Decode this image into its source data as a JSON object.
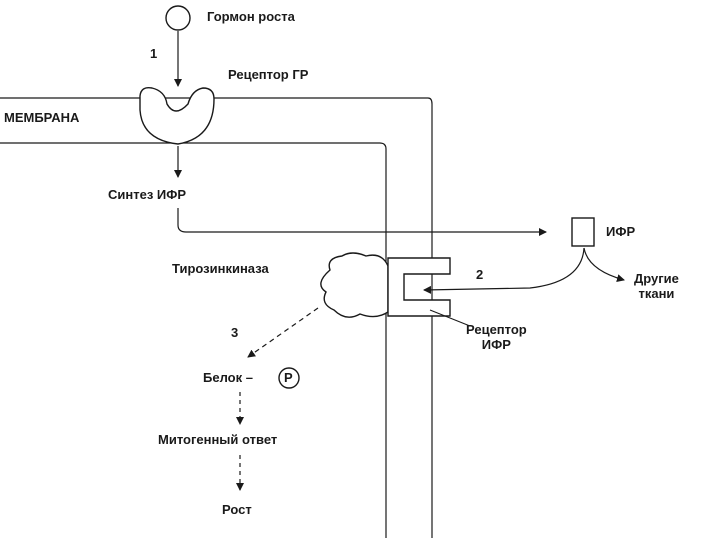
{
  "labels": {
    "hormone": "Гормон роста",
    "step1": "1",
    "gh_receptor": "Рецептор ГР",
    "membrane": "МЕМБРАНА",
    "igf_synthesis": "Синтез  ИФР",
    "igf": "ИФР",
    "tyrosine_kinase": "Тирозинкиназа",
    "step2": "2",
    "other_tissues": "Другие\nткани",
    "igf_receptor": "Рецептор\nИФР",
    "step3": "3",
    "protein": "Белок –",
    "phosphate": "P",
    "mitogenic_response": "Митогенный ответ",
    "growth": "Рост"
  },
  "colors": {
    "ink": "#1a1a1a",
    "background": "#ffffff"
  }
}
